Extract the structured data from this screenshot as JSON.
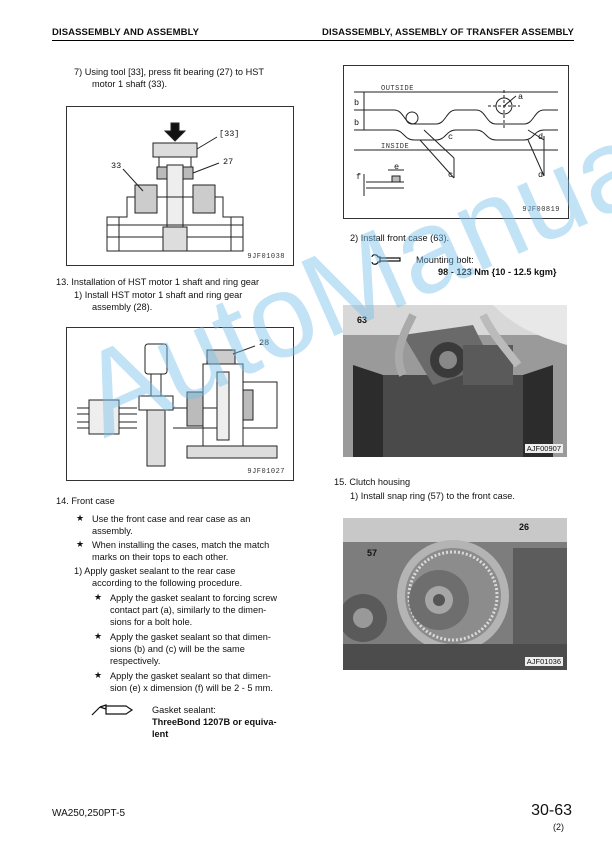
{
  "header": {
    "left": "DISASSEMBLY AND ASSEMBLY",
    "right": "DISASSEMBLY, ASSEMBLY OF TRANSFER ASSEMBLY"
  },
  "left_col": {
    "step7_line1": "7)   Using tool [33], press fit bearing (27) to HST",
    "step7_line2": "motor 1 shaft (33).",
    "fig1": {
      "id": "9JF01038",
      "labels": {
        "tool": "[33]",
        "part27": "27",
        "part33": "33"
      }
    },
    "s13_title": "13. Installation of HST motor 1 shaft and ring gear",
    "s13_1_line1": "1)   Install HST motor 1 shaft and ring gear",
    "s13_1_line2": "assembly (28).",
    "fig2": {
      "id": "9JF01027",
      "labels": {
        "part28": "28"
      }
    },
    "s14_title": "14. Front case",
    "star1_line1": "Use the front case and rear case as an",
    "star1_line2": "assembly.",
    "star2_line1": "When installing the cases, match the match",
    "star2_line2": "marks on their tops to each other.",
    "s14_1_line1": "1)   Apply gasket sealant to the rear case",
    "s14_1_line2": "according to the following procedure.",
    "sub1_line1": "Apply the gasket sealant to forcing screw",
    "sub1_line2": "contact part (a), similarly to the dimen-",
    "sub1_line3": "sions for a bolt hole.",
    "sub2_line1": "Apply the gasket sealant so that dimen-",
    "sub2_line2": "sions (b) and (c) will be the same",
    "sub2_line3": "respectively.",
    "sub3_line1": "Apply the gasket sealant so that dimen-",
    "sub3_line2": "sion (e) x dimension (f)  will be 2 - 5 mm.",
    "sealant_label": "Gasket sealant:",
    "sealant_value_line1": "ThreeBond 1207B or equiva-",
    "sealant_value_line2": "lent",
    "star_glyph": "★"
  },
  "right_col": {
    "fig3": {
      "id": "9JF00819",
      "labels": {
        "outside": "OUTSIDE",
        "inside": "INSIDE",
        "a": "a",
        "b1": "b",
        "b2": "b",
        "c1": "c",
        "c2": "c",
        "d1": "d",
        "d2": "d",
        "e": "e",
        "f": "f"
      }
    },
    "step2": "2)   Install front case (63).",
    "mount_label": "Mounting bolt:",
    "mount_value": "98 - 123 Nm {10 - 12.5 kgm}",
    "photo1": {
      "id": "AJF00907",
      "label": "63"
    },
    "s15_title": "15. Clutch housing",
    "s15_1": "1)   Install snap ring (57) to the front case.",
    "photo2": {
      "id": "AJF01036",
      "label26": "26",
      "label57": "57"
    }
  },
  "footer": {
    "model": "WA250,250PT-5",
    "page": "30-63",
    "rev": "(2)"
  },
  "watermark": "AutoManual"
}
